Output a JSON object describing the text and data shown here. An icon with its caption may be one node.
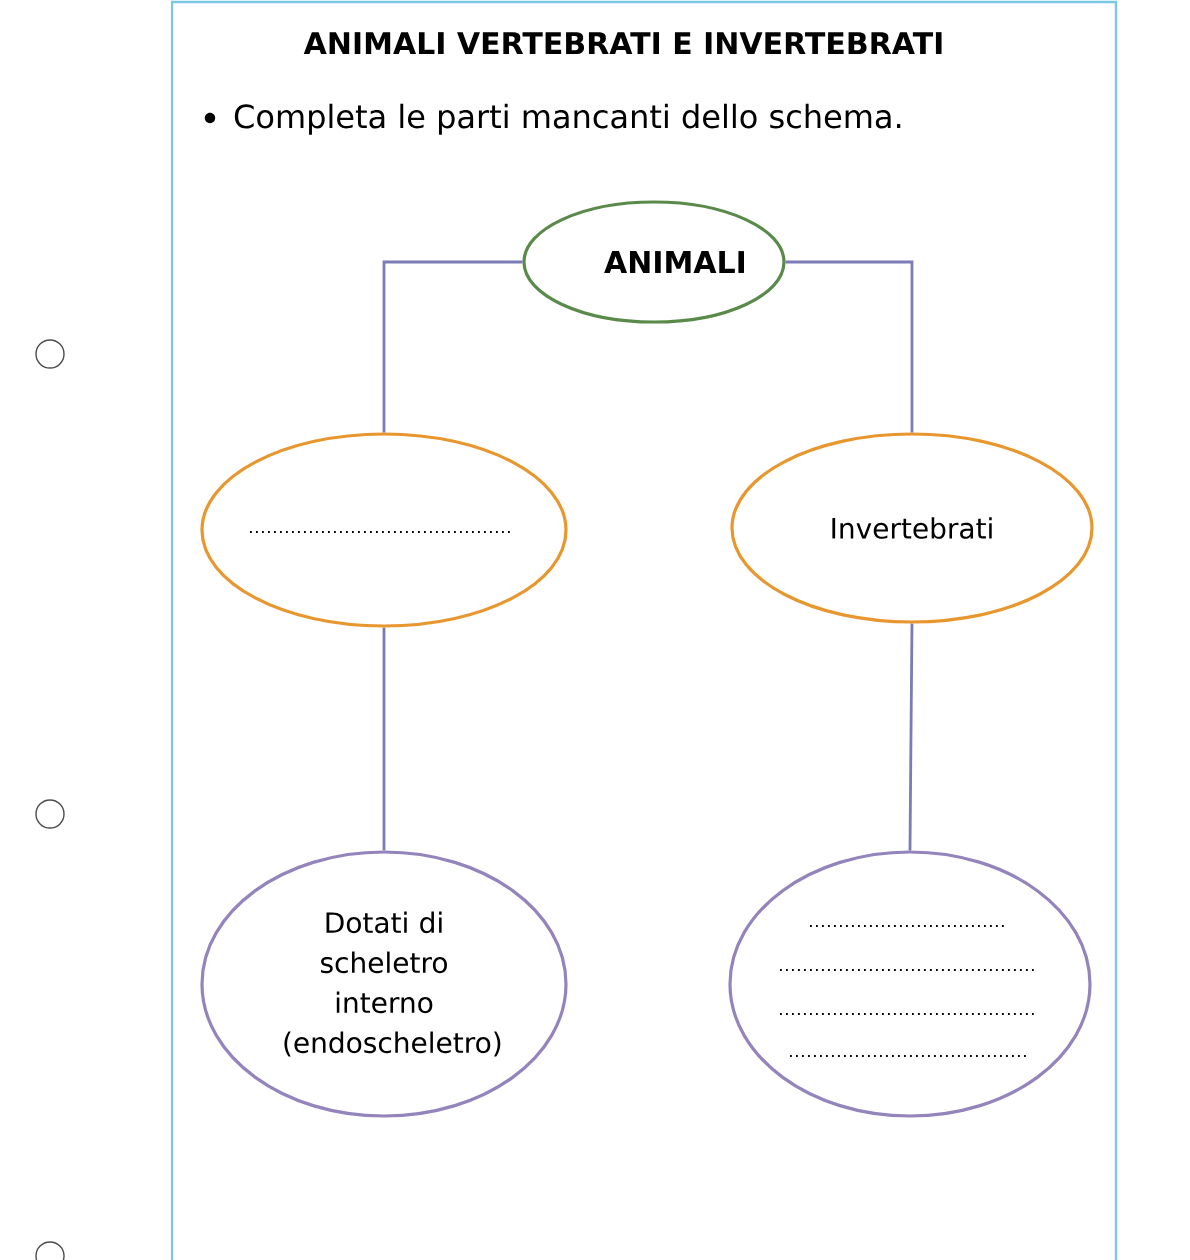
{
  "diagram": {
    "title": "ANIMALI VERTEBRATI E INVERTEBRATI",
    "nodes": [
      {
        "text": [
          "ANIMALI"
        ]
      },
      {
        "text": [],
        "shape": "ellipse"
      },
      {
        "text": [
          "Invertebrati"
        ]
      },
      {
        "text": [
          "Dotati di scheletro interno (endoscheletro)"
        ]
      },
      {
        "text": [],
        "shape": "ellipse"
      }
    ],
    "edges": [
      {
        "from": 0,
        "to": 1,
        "arrow": "none"
      },
      {
        "from": 0,
        "to": 2,
        "arrow": "none"
      },
      {
        "from": 1,
        "to": 3,
        "arrow": "none"
      },
      {
        "from": 2,
        "to": 4,
        "arrow": "none"
      }
    ],
    "labels": [
      "Completa le parti mancanti dello schema."
    ]
  }
}
